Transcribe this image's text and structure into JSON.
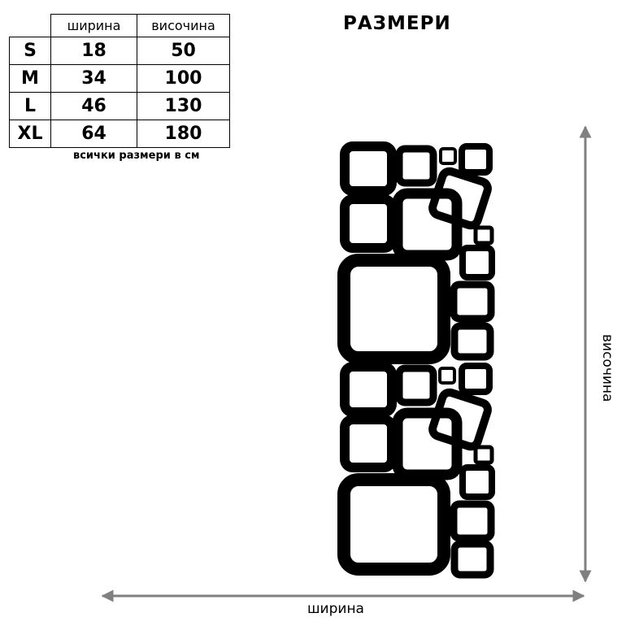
{
  "title": "РАЗМЕРИ",
  "table": {
    "headers": [
      "ширина",
      "височина"
    ],
    "rows": [
      {
        "size": "S",
        "width": "18",
        "height": "50"
      },
      {
        "size": "M",
        "width": "34",
        "height": "100"
      },
      {
        "size": "L",
        "width": "46",
        "height": "130"
      },
      {
        "size": "XL",
        "width": "64",
        "height": "180"
      }
    ],
    "note": "всички размери в см"
  },
  "axes": {
    "width_label": "ширина",
    "height_label": "височина"
  },
  "colors": {
    "arrow": "#808080",
    "decal": "#000000"
  }
}
